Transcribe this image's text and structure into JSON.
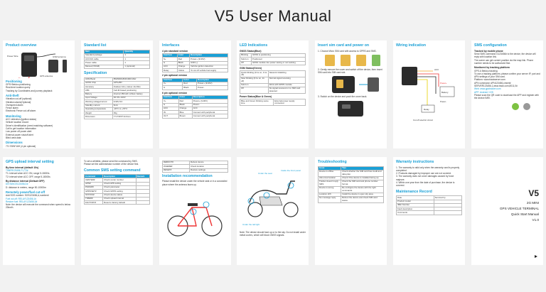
{
  "title": "V5 User Manual",
  "p1": {
    "heading": "Product overview",
    "labels": [
      "Power Wire",
      "GPS antenna",
      "GSM antenna"
    ],
    "positioning_h": "Positioning",
    "positioning": [
      "GPS+Beidou positioning",
      "Real-time location query",
      "Tracking by Coordinates and journey playback"
    ],
    "antitheft_h": "Anti-theft",
    "antitheft": [
      "Vibration cut-off (optional)",
      "Vibration alarm(Optional)",
      "Overspeed alarm",
      "Fence alarm",
      "Electronic Fence cut-off alarm"
    ],
    "monitoring_h": "Monitoring",
    "monitoring": [
      "ACC detection (ignition status)",
      "Vehicle location record",
      "Driver's identification (need matching software)",
      "Call to get location information",
      "Low power off power alert",
      "External power shutoff alert",
      "Blind area data"
    ],
    "dimension_h": "Dimensions",
    "dimension": "77L*25W*16H (4 pin optional)"
  },
  "p2": {
    "heading": "Standard list",
    "list_head": [
      "Item",
      "Quantity"
    ],
    "list_rows": [
      [
        "Standard package",
        "1"
      ],
      [
        "ACC/GS cable",
        "1"
      ],
      [
        "Power cable",
        "1"
      ],
      [
        "Manual (V5/H6)",
        "1 (optional)"
      ]
    ],
    "spec_h": "Specification",
    "spec_rows": [
      [
        "GSM Band",
        "850/900/1800/1900 MHz"
      ],
      [
        "GNSS Chip",
        "GPS+BD"
      ],
      [
        "Accuracy",
        "Outdoor 10m, Indoor 10~50m"
      ],
      [
        "LBS",
        "Cell-ID based positioning"
      ],
      [
        "Battery",
        "Internal 150mAh Lithium battery"
      ],
      [
        "Input Voltage",
        "DC 9V~100V"
      ],
      [
        "Working voltage/current",
        "9-90V DC"
      ],
      [
        "Standby current",
        "6mA"
      ],
      [
        "Operating temperature",
        "-20°C to +70°C"
      ],
      [
        "Weight",
        "39g"
      ],
      [
        "Dimension",
        "77.4*28.5*14.6mm"
      ]
    ]
  },
  "p3": {
    "heading": "Interfaces",
    "t1_h": "4 pin standard version",
    "t_head": [
      "Interface",
      "Color",
      "Description"
    ],
    "t1_rows": [
      [
        "S+",
        "Red",
        "Power+ (9-90V)"
      ],
      [
        "G",
        "Black",
        "GND (-)"
      ],
      [
        "ACC",
        "Orange",
        "Vehicle ignition detection"
      ],
      [
        "Relay",
        "Yellow",
        "To cut off vehicle fuel supply"
      ]
    ],
    "t2_h": "2 pin optional version",
    "t2_rows": [
      [
        "V+",
        "Red",
        "Power+ (9-90V)"
      ],
      [
        "G",
        "Black",
        "Power-"
      ]
    ],
    "t3_h": "6 pin optional version",
    "t3_rows": [
      [
        "V+",
        "Red",
        "Power+ (9-90V)"
      ],
      [
        "G",
        "Black",
        "Power-"
      ],
      [
        "ACC",
        "Orange",
        "ACC"
      ],
      [
        "IN",
        "Blue",
        "Connect with peripheral"
      ],
      [
        "OUT",
        "Brown",
        "Connect with peripheral"
      ]
    ]
  },
  "p4": {
    "heading": "LED Indications",
    "t1_h": "GNSS Status(Blue)",
    "t1_rows": [
      [
        "Blinking",
        "GNSS is positioning"
      ],
      [
        "Solid on",
        "Positioned"
      ],
      [
        "Off",
        "GNSS module into power saving or not working"
      ]
    ],
    "t2_h": "GSM Status(Green)",
    "t2_rows": [
      [
        "Quick blinking (0.1s on, 0.1s off)",
        "Network initializing"
      ],
      [
        "Slow blinking (0.1s on, 2s off)",
        "Normal signal receiving"
      ],
      [
        "Solid on",
        "Work with GPRS module"
      ],
      [
        "Off",
        "No signal received or no SIM card detected"
      ]
    ],
    "t3_h": "Power Status(Blue & Green)",
    "t3_rows": [
      [
        "Blue and Green blinking same time",
        "External power supply connected"
      ]
    ]
  },
  "p5": {
    "heading": "Insert sim card and power on",
    "steps": [
      "1. Choose Micro SIM card with access to GPRS and SMS.",
      "2. Gently remove the cover and switch off the device, then insert SIM card into SIM card slot.",
      "3. Switch on the device and push the cover back."
    ]
  },
  "p6": {
    "heading": "Wiring indication",
    "labels": [
      "Relay",
      "ACC",
      "Power+",
      "Power-",
      "Battery",
      "Cut off electric circuit"
    ]
  },
  "p7": {
    "heading": "SMS configuration",
    "track_h": "Tracked by mobile phone",
    "track": [
      "Send SMS command G123456# to the device, the device will reply with location link.",
      "The owner can get current position via the map link. Phone number needs to be authorized first."
    ],
    "platform_h": "Monitored by tracking platform",
    "platform": [
      "GPS & Beidou tracking",
      "To use a tracking platform, please confirm your server IP, port and APN settings of your SIM card.",
      "Platform: www.trackserver.com",
      "APN command: APN123456,cmnet#",
      "SERVER123456,1,www.track.com,8011,0#"
    ],
    "link1": "Web: www.gpstracker.com",
    "link2": "APP: Android / iOS",
    "note": "Please scan the QR code to download the APP and register with the device IMEI."
  },
  "p8": {
    "heading": "GPS upload interval setting",
    "rows": [
      "By time interval (default 10s)",
      "TIMER123456,T1,T2#",
      "T1: interval when ACC ON, range 5-18000s",
      "T2: interval when ACC OFF, range 5-18000s",
      "By distance interval (Default OFF)",
      "DISTANCE123456,D#",
      "D: distance in meters, range 50-10000m",
      "Remotely power/fuel cut-off",
      "Add SOS number: SOS123456,A,number#",
      "Fuel cut-off: RELAY123456,1#",
      "Restore fuel: RELAY123456,0#",
      "Note: the device will execute the command when speed is below 20km/h."
    ]
  },
  "p9": {
    "intro": [
      "To set a whitelist, please send the command by SMS.",
      "Please set the administrator number of the device first."
    ],
    "heading": "Common SMS setting command",
    "head": [
      "Command",
      "Description",
      "Remark"
    ],
    "rows": [
      [
        "CENTER#",
        "Check center number",
        ""
      ],
      [
        "APN#",
        "Check APN setting",
        ""
      ],
      [
        "PARAM#",
        "Check parameter",
        ""
      ],
      [
        "GPRSSET#",
        "Check GPRS setting",
        ""
      ],
      [
        "STATUS#",
        "Check device status",
        ""
      ],
      [
        "TIMER#",
        "Check upload interval",
        ""
      ],
      [
        "FACTORY#",
        "Reset to factory default",
        ""
      ]
    ]
  },
  "p10": {
    "rows": [
      [
        "REBOOT#",
        "Reboot device"
      ],
      [
        "WHERE#",
        "Check location"
      ],
      [
        "RESET#",
        "Restore settings"
      ]
    ],
    "heading": "Installation recommendation",
    "note": "Please install the device under the vehicle seat or in a concealed place where the antenna faces up."
  },
  "p11": {
    "labels": [
      "Under the seat",
      "Inside the front panel",
      "Under the tail light"
    ],
    "note": "Note: The device should face up or to the sky. Do not install under metal covers, which will block GNSS signals."
  },
  "p12": {
    "heading": "Troubleshooting",
    "head": [
      "Issue",
      "Tips"
    ],
    "rows": [
      [
        "Device is offline",
        "Check whether the SIM card has credit and data plan."
      ],
      [
        "Abnormal location",
        "Check if the device is installed facing up."
      ],
      [
        "Tracker doesn't reply SMS",
        "Check the SIM card and phone number format."
      ],
      [
        "Device is wrong",
        "Re-configure the device with the right commands."
      ],
      [
        "Location drift",
        "Install the device in open sky area."
      ],
      [
        "No message reply",
        "Reboot the device and check SIM card status."
      ]
    ]
  },
  "p13": {
    "heading": "Warranty instructions",
    "items": [
      "1. The warranty is valid only when the warranty card is properly completed.",
      "2. Products damaged by improper use are not covered.",
      "3. The warranty does not cover damages caused by force majeure.",
      "4. Within one year from the date of purchase, the device is covered."
    ],
    "record_h": "Maintenance Record",
    "record_rows": [
      [
        "Date",
        "Serviced by"
      ],
      [
        "Product model",
        ""
      ],
      [
        "IMEI Number",
        ""
      ],
      [
        "Fault description",
        ""
      ],
      [
        "Comments",
        ""
      ]
    ]
  },
  "p14": {
    "model": "V5",
    "lines": [
      "2G MINI",
      "GPS VEHICLE TERMINAL",
      "Quick Start Manual",
      "V1.0"
    ]
  },
  "colors": {
    "accent": "#1aa0d6",
    "paper": "#ffffff",
    "background": "#f2f2f2"
  }
}
